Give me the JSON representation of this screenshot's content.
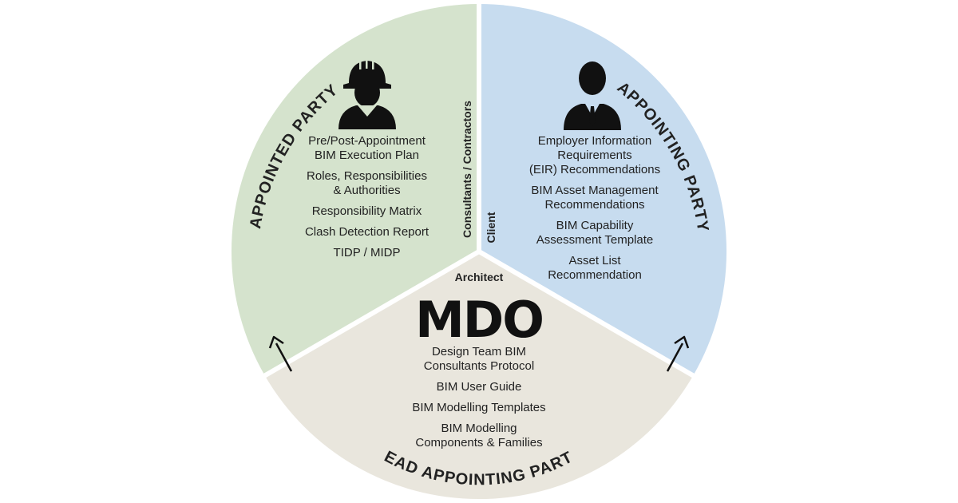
{
  "appointed": {
    "title": "APPOINTED PARTY",
    "role": "Consultants / Contractors",
    "items": [
      "Pre/Post-Appointment\nBIM Execution Plan",
      "Roles, Responsibilities\n& Authorities",
      "Responsibility Matrix",
      "Clash Detection Report",
      "TIDP / MIDP"
    ],
    "color": "#d5e3cd"
  },
  "appointing": {
    "title": "APPOINTING PARTY",
    "role": "Client",
    "items": [
      "Employer Information\nRequirements\n(EIR) Recommendations",
      "BIM Asset Management\nRecommendations",
      "BIM Capability\nAssessment Template",
      "Asset List\nRecommendation"
    ],
    "color": "#c7dcef"
  },
  "lead": {
    "title": "LEAD APPOINTING PARTY",
    "role": "Architect",
    "brand": "MDO",
    "items": [
      "Design Team BIM\nConsultants Protocol",
      "BIM User Guide",
      "BIM Modelling Templates",
      "BIM Modelling\nComponents & Families"
    ],
    "color": "#e9e6dd"
  },
  "icons": {
    "contractor": "hard-hat-worker-icon",
    "client": "businessman-icon",
    "arrows": "arrow-up-right-icon"
  }
}
